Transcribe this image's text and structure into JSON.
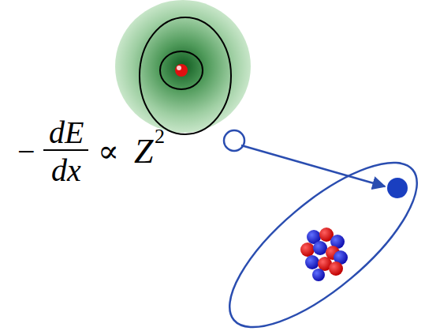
{
  "diagram": {
    "labels": [
      "−",
      "dE",
      "dx",
      "∝",
      "Z",
      "2"
    ]
  }
}
